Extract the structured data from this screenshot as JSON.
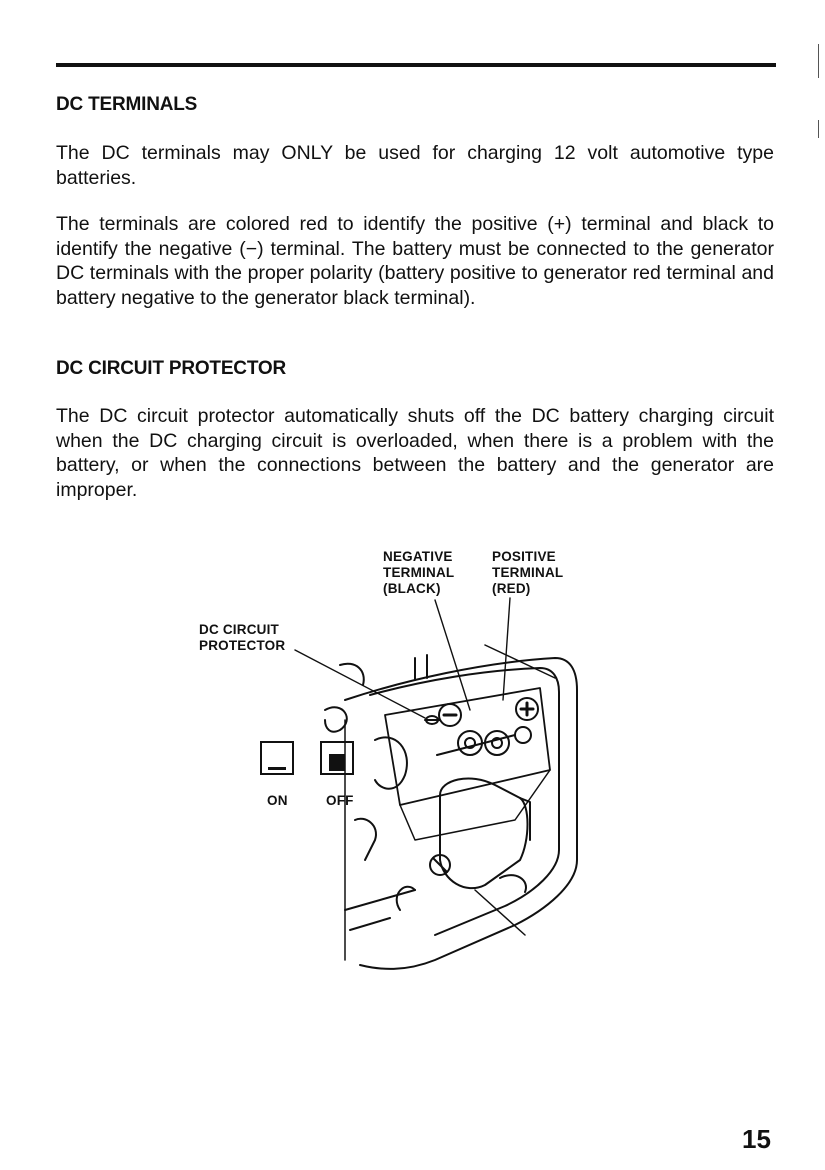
{
  "sections": [
    {
      "heading": "DC TERMINALS",
      "paragraphs": [
        "The DC terminals may ONLY be used for charging 12 volt automotive type batteries.",
        "The terminals are colored red to identify the positive (+) terminal and black to identify the negative (−) terminal. The battery must be connected to the generator DC terminals with the proper polarity (battery positive to generator red terminal and battery negative to the generator black terminal)."
      ]
    },
    {
      "heading": "DC CIRCUIT PROTECTOR",
      "paragraphs": [
        "The DC circuit protector automatically shuts off the DC battery charging circuit when the DC charging circuit is overloaded, when there is a problem with the battery, or when the connections between the battery and the generator are improper."
      ]
    }
  ],
  "figure": {
    "labels": {
      "negative_terminal": "NEGATIVE\nTERMINAL\n(BLACK)",
      "positive_terminal": "POSITIVE\nTERMINAL\n(RED)",
      "dc_circuit_protector": "DC CIRCUIT\nPROTECTOR",
      "on": "ON",
      "off": "OFF"
    }
  },
  "page_number": "15"
}
